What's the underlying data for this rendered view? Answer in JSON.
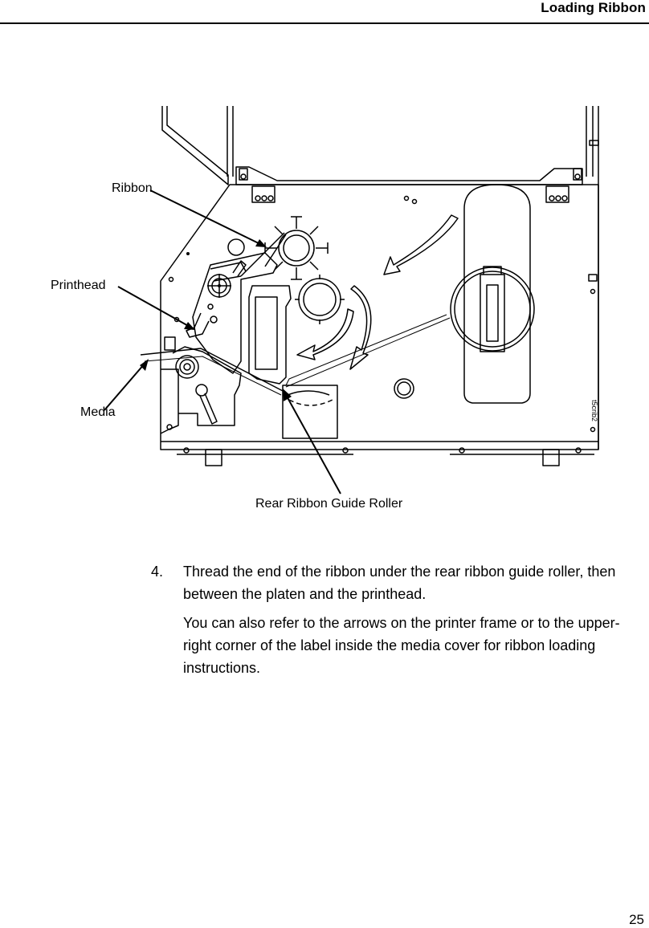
{
  "header": {
    "title": "Loading Ribbon"
  },
  "figure": {
    "callouts": {
      "ribbon": "Ribbon",
      "printhead": "Printhead",
      "media": "Media",
      "rear_roller": "Rear Ribbon Guide Roller"
    },
    "code": "t5crib2"
  },
  "step": {
    "number": "4.",
    "text": "Thread the end of the ribbon under the rear ribbon guide roller, then between the platen and the printhead.",
    "note": "You can also refer to the arrows on the printer frame or to the upper-right corner of the label inside the media cover for ribbon loading instructions."
  },
  "footer": {
    "page_number": "25"
  }
}
